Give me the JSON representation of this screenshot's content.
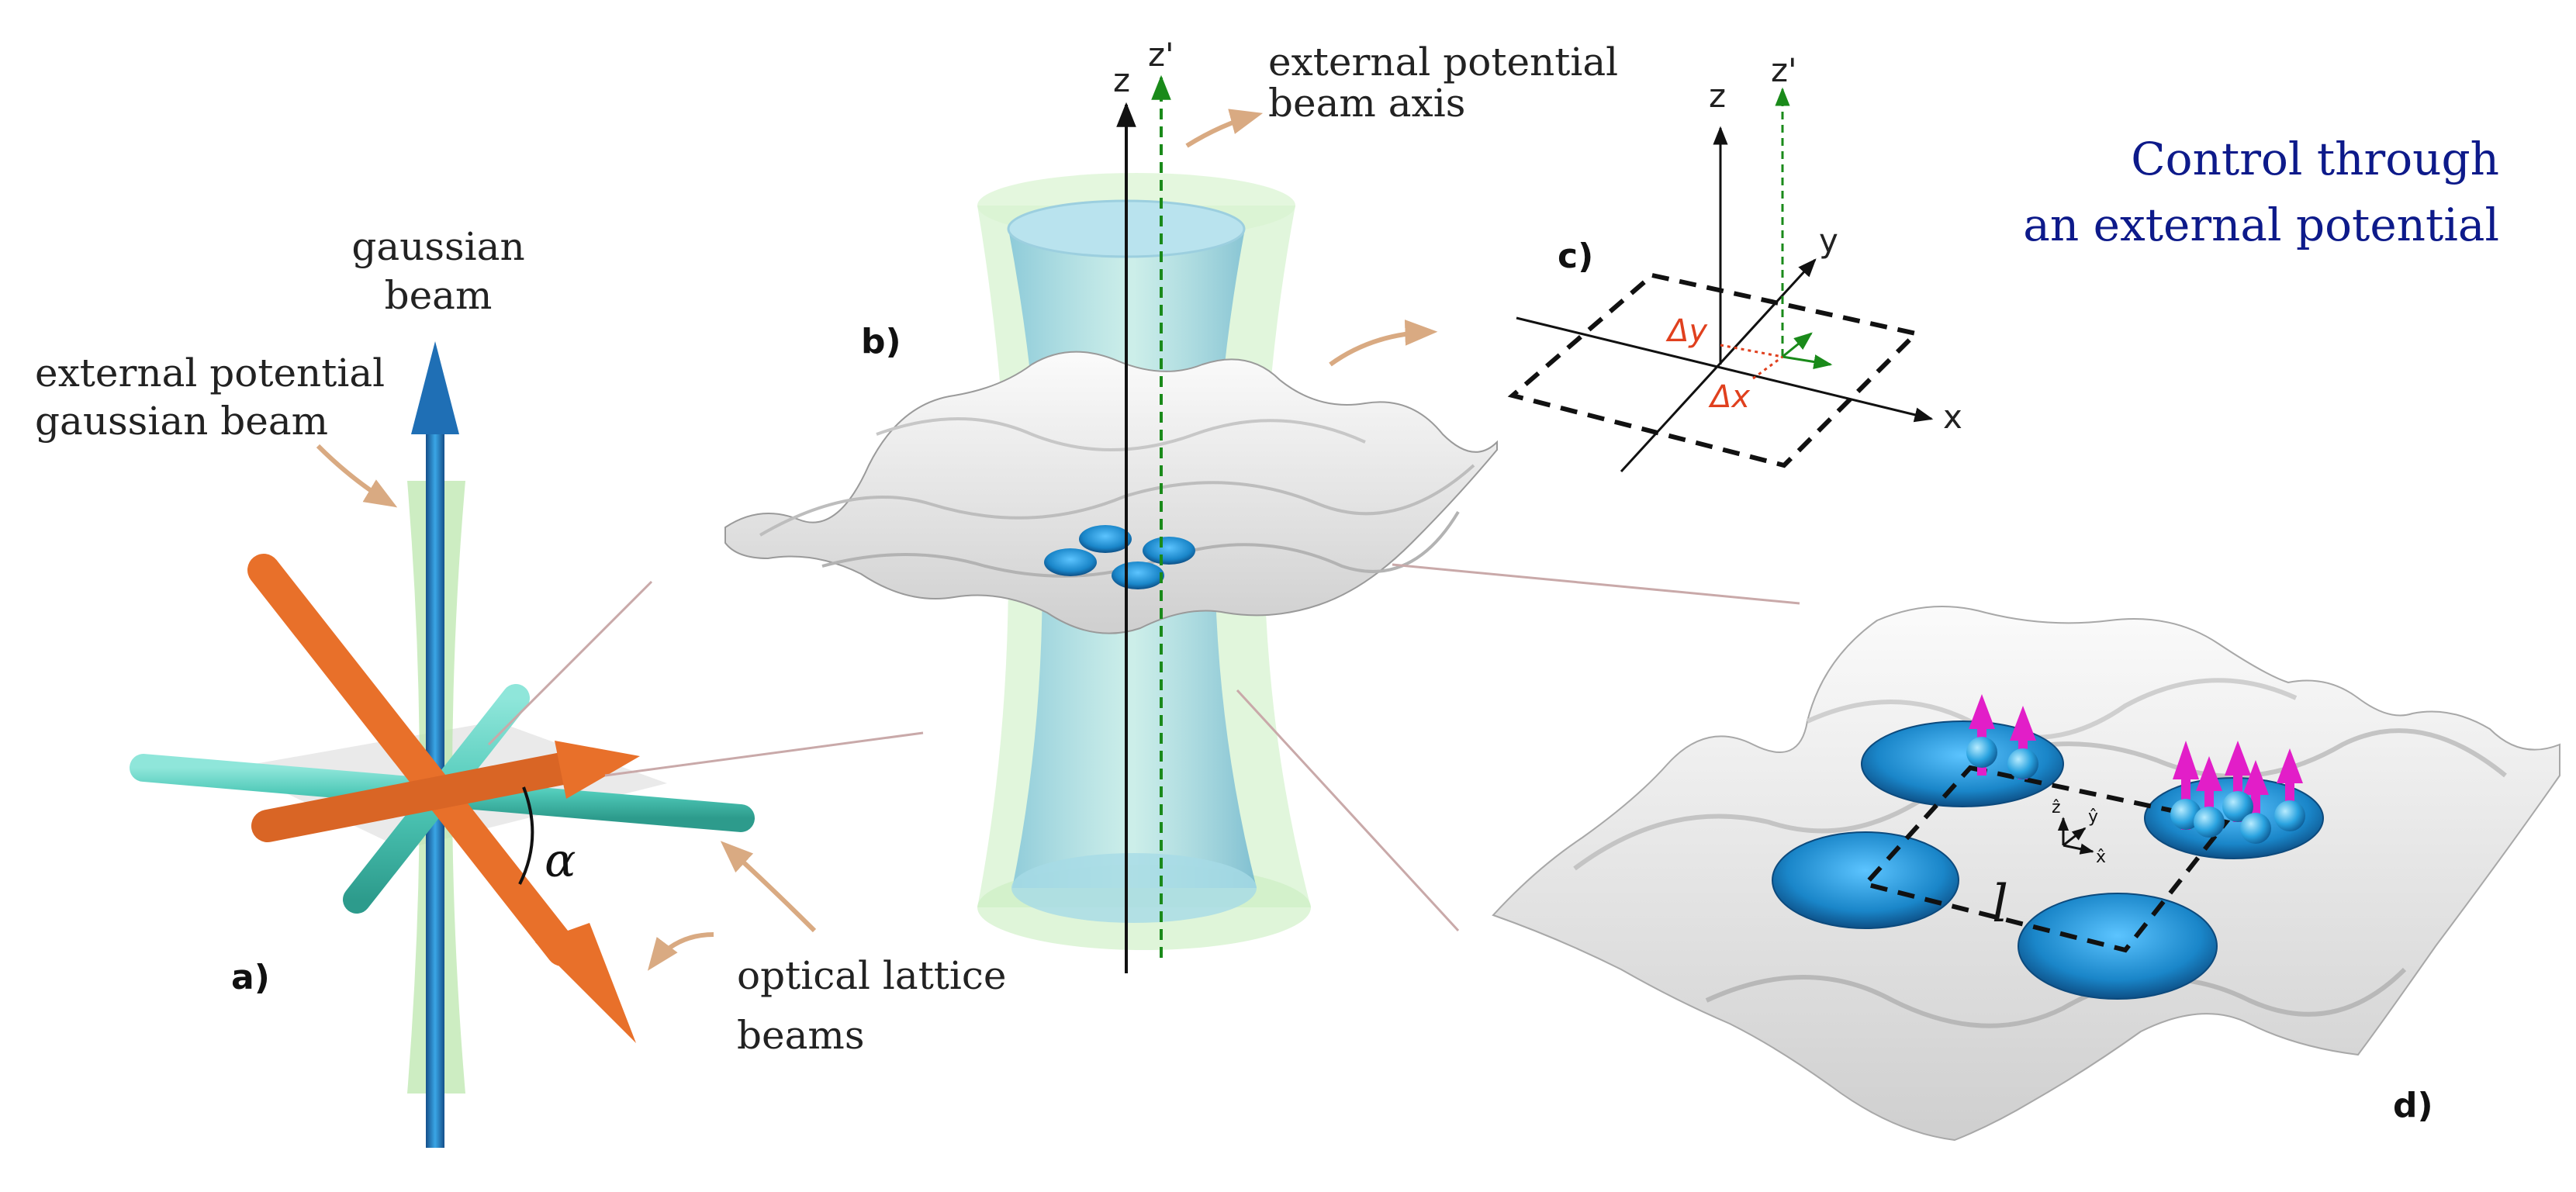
{
  "title": {
    "line1": "Control through",
    "line2": "an external potential",
    "color": "#0d1a8a"
  },
  "panel_a": {
    "label": "a)",
    "gaussian_beam_line1": "gaussian",
    "gaussian_beam_line2": "beam",
    "external_line1": "external potential",
    "external_line2": "gaussian beam",
    "optical_line1": "optical lattice",
    "optical_line2": "beams",
    "angle_symbol": "α"
  },
  "panel_b": {
    "label": "b)",
    "axis_z": "z",
    "axis_zprime": "z'",
    "beam_axis_line1": "external potential",
    "beam_axis_line2": "beam axis"
  },
  "panel_c": {
    "label": "c)",
    "axis_z": "z",
    "axis_zprime": "z'",
    "axis_x": "x",
    "axis_y": "y",
    "delta_x": "Δx",
    "delta_y": "Δy"
  },
  "panel_d": {
    "label": "d)",
    "spacing_symbol": "l",
    "small_axis_z": "ẑ",
    "small_axis_x": "x̂",
    "small_axis_y": "ŷ"
  },
  "colors": {
    "orange_beam": "#e8702a",
    "teal_beam": "#4fc9b8",
    "blue_beam": "#1f6fb5",
    "green_beam": "#b8e6a8",
    "arrow_pointer": "#d9aa82",
    "spin_arrow": "#e21ec8",
    "well_blue": "#1a86c9",
    "delta_red": "#e0401e",
    "zprime_green": "#1a8a1a"
  }
}
